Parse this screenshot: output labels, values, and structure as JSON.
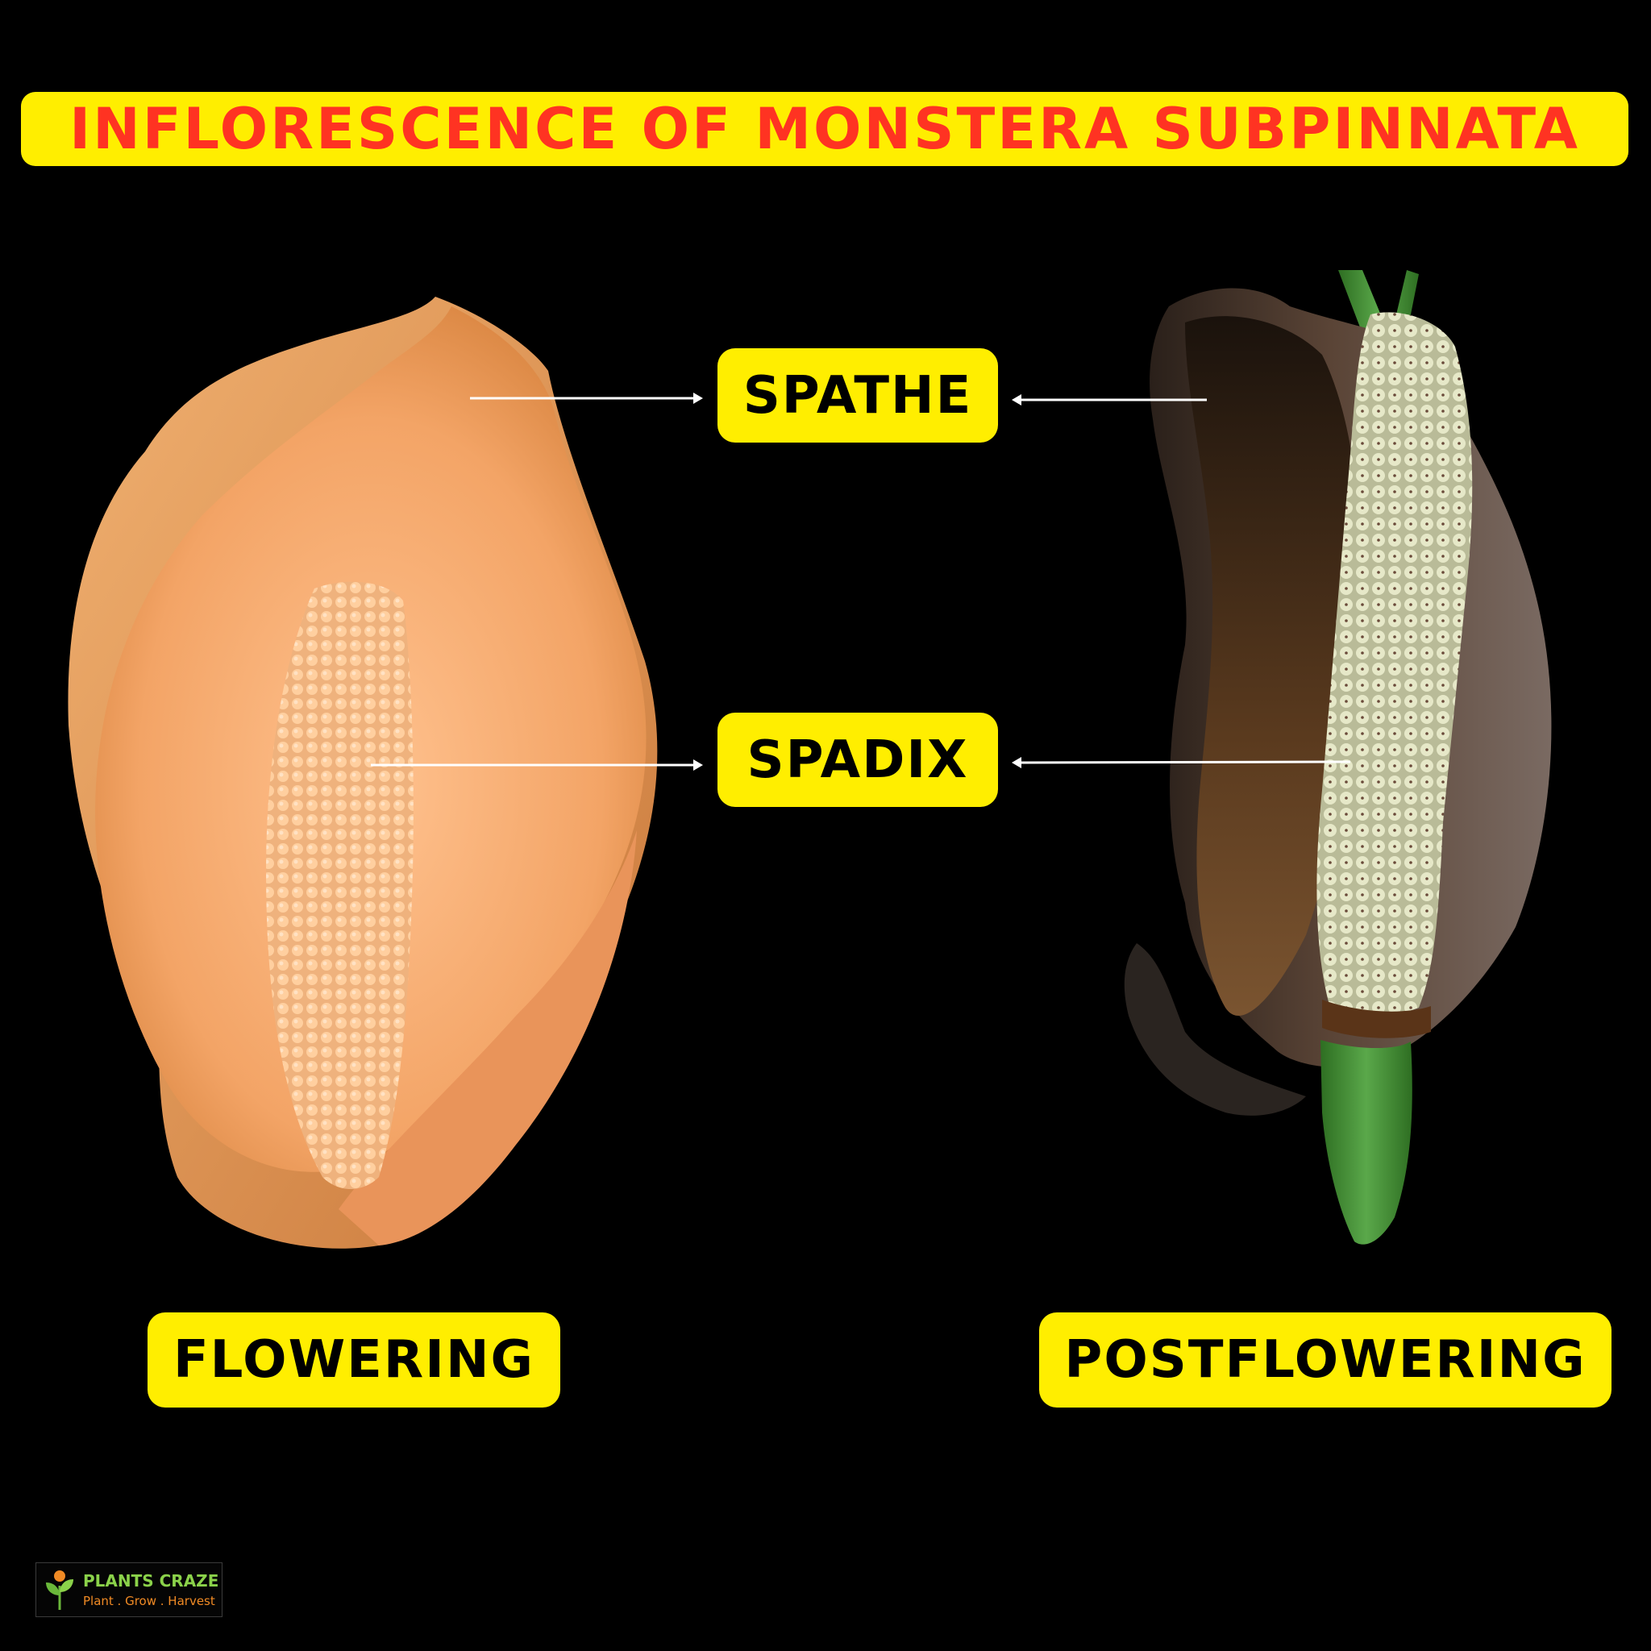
{
  "title": "INFLORESCENCE OF MONSTERA SUBPINNATA",
  "labels": {
    "spathe": "SPATHE",
    "spadix": "SPADIX",
    "flowering": "FLOWERING",
    "postflowering": "POSTFLOWERING"
  },
  "logo": {
    "name": "PLANTS CRAZE",
    "tagline": "Plant . Grow . Harvest"
  },
  "colors": {
    "background": "#000000",
    "label_fill": "#ffee00",
    "title_text": "#ff3322",
    "flowering_spathe": "#f3a466",
    "postflowering_spathe": "#4a3a30",
    "postflowering_spadix": "#e6e8c8",
    "stem": "#3e8a2e"
  }
}
